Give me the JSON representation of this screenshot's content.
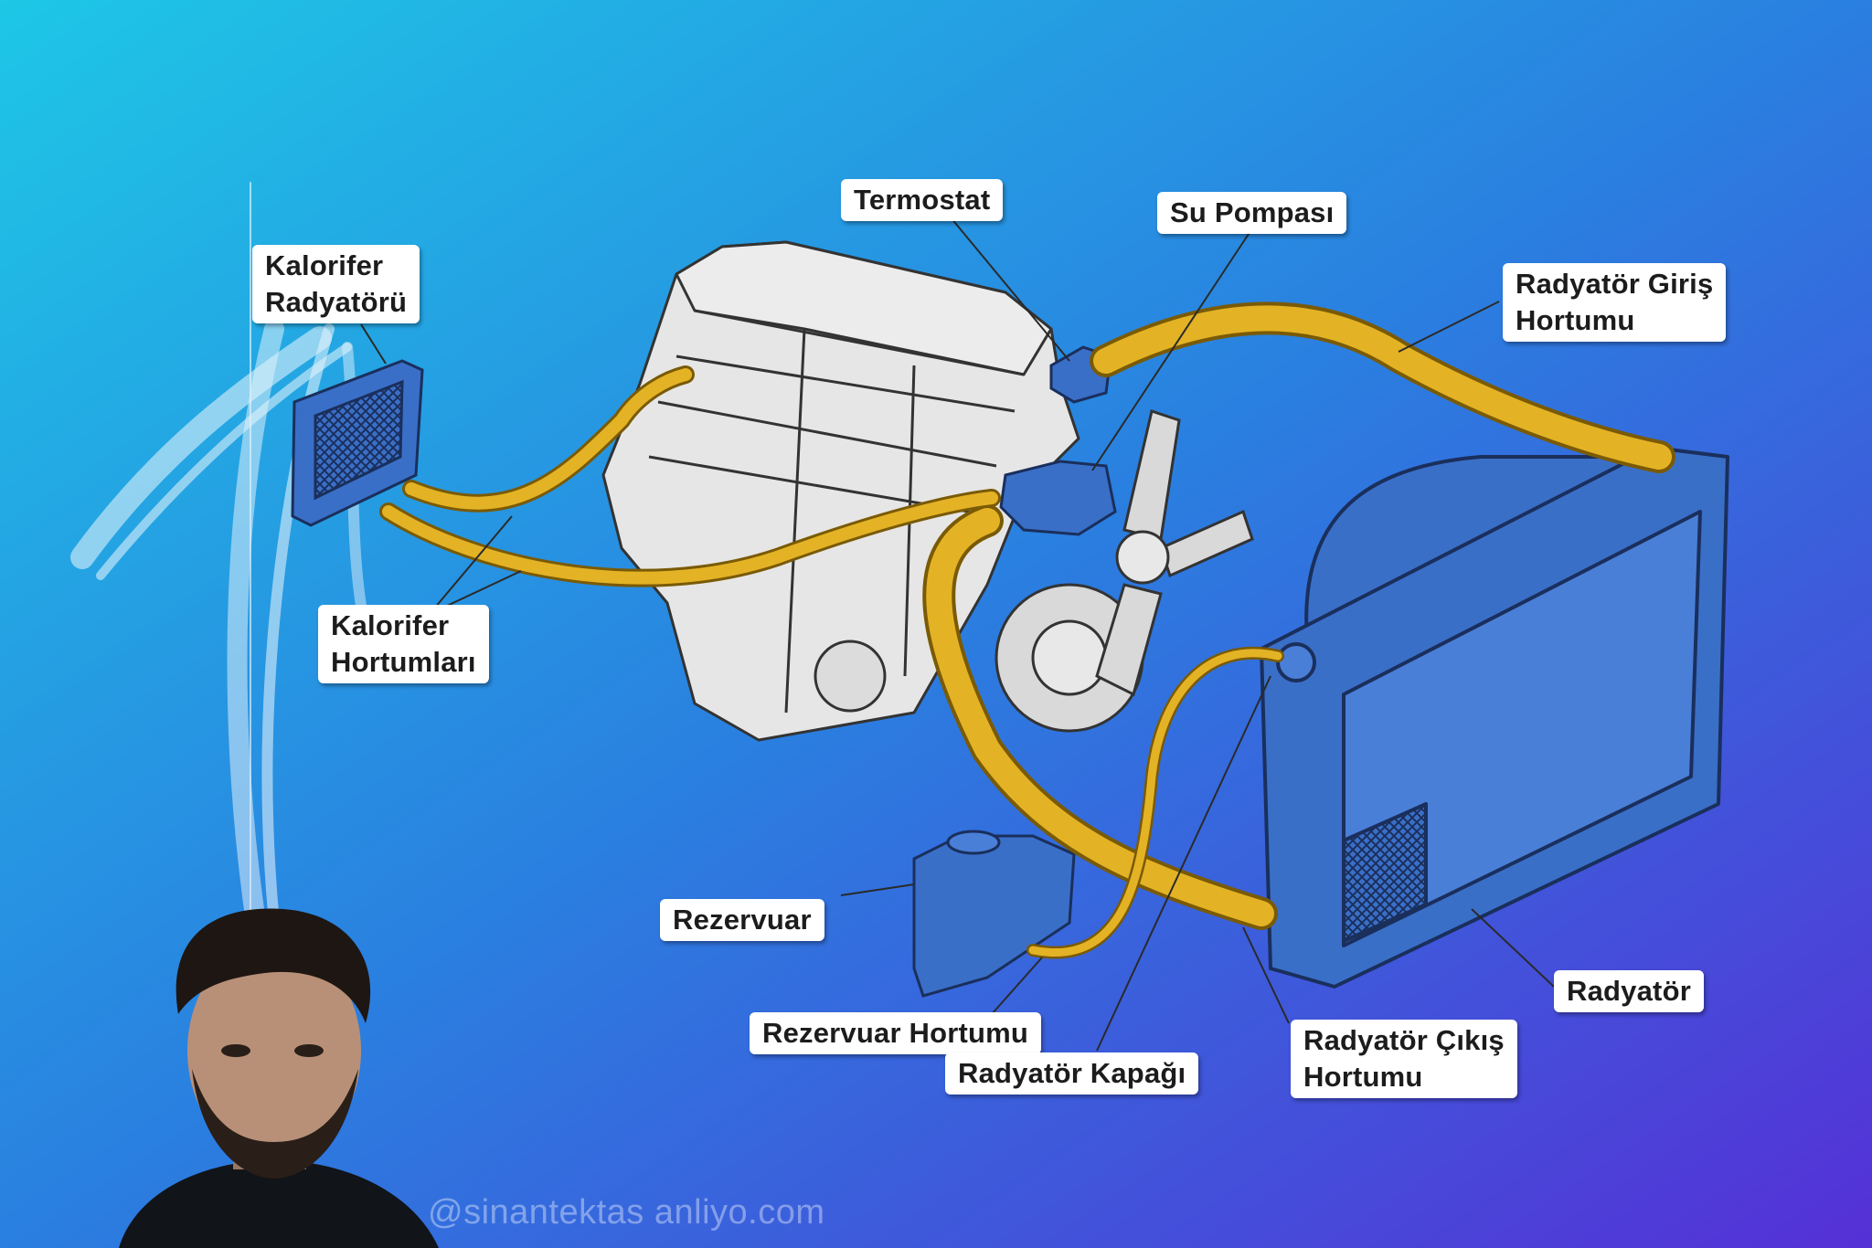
{
  "colors": {
    "bg_start": "#1ec7e6",
    "bg_mid": "#2a7fe0",
    "bg_end": "#5530d6",
    "hose": "#e3b325",
    "hose_edge": "#7a5a05",
    "part_blue": "#3a6fc8",
    "engine": "#e6e6e6",
    "label_bg": "#ffffff",
    "label_text": "#1c1c1c"
  },
  "labels": {
    "termostat": "Termostat",
    "su_pompasi": "Su Pompası",
    "radyator_giris": "Radyatör Giriş\nHortumu",
    "kalorifer_radyatoru": "Kalorifer\nRadyatörü",
    "kalorifer_hortumlari": "Kalorifer\nHortumları",
    "rezervuar": "Rezervuar",
    "rezervuar_hortumu": "Rezervuar Hortumu",
    "radyator_kapagi": "Radyatör Kapağı",
    "radyator_cikis": "Radyatör Çıkış\nHortumu",
    "radyator": "Radyatör"
  },
  "watermark": "@sinantektas anliyo.com"
}
